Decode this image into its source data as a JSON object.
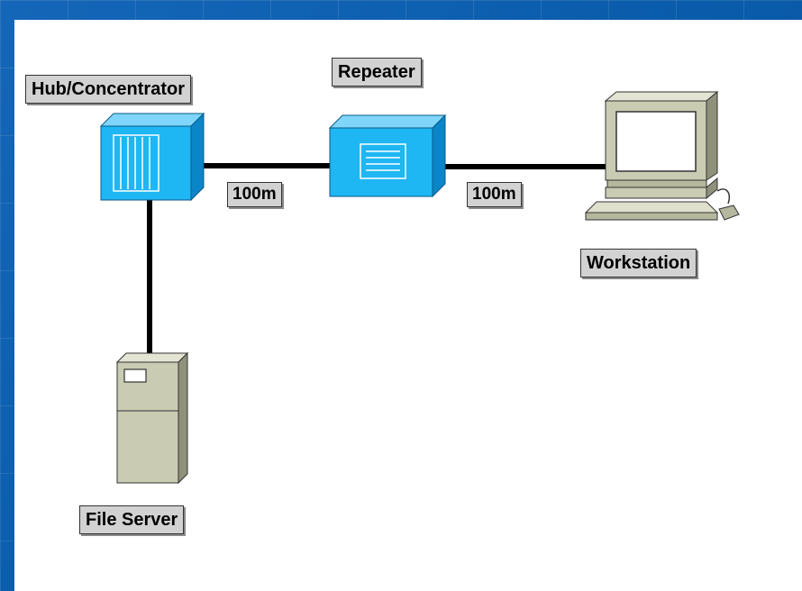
{
  "diagram": {
    "labels": {
      "hub": "Hub/Concentrator",
      "repeater": "Repeater",
      "workstation": "Workstation",
      "file_server": "File Server",
      "link_hub_repeater": "100m",
      "link_repeater_workstation": "100m"
    },
    "colors": {
      "background": "#0a5cab",
      "device_blue": "#1fb6f4",
      "device_blue_dark": "#0a86c8",
      "computer_beige": "#c9cbb3",
      "cable": "#000000",
      "label_fill": "#d2d2d2"
    },
    "icons": {
      "hub": "hub-icon",
      "repeater": "repeater-icon",
      "workstation": "workstation-icon",
      "file_server": "server-tower-icon"
    }
  }
}
